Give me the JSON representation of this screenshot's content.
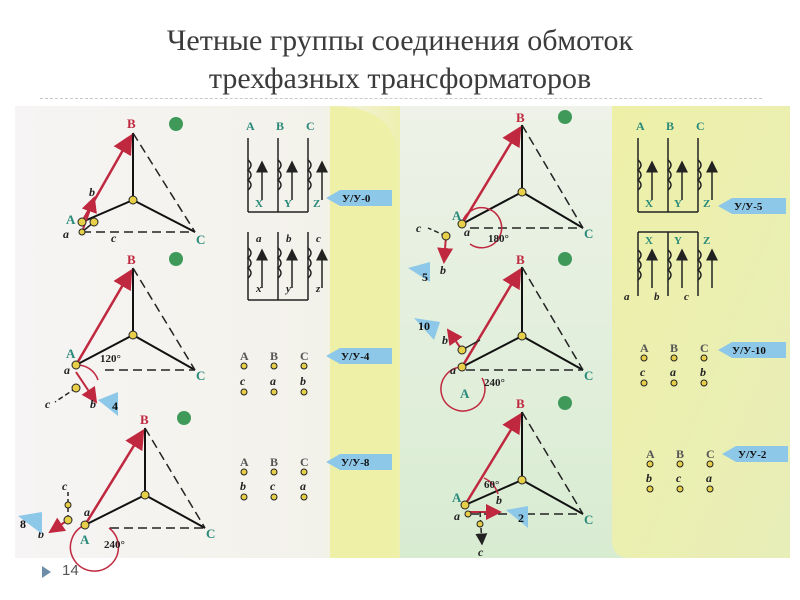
{
  "slide": {
    "title_line1": "Четные группы соединения обмоток",
    "title_line2": "трехфазных трансформаторов",
    "number": "14"
  },
  "vertex_labels": {
    "A": "A",
    "B": "B",
    "C": "C",
    "a": "a",
    "b": "b",
    "c": "c"
  },
  "bus_labels": {
    "upper": [
      "A",
      "B",
      "C"
    ],
    "upper_ends": [
      "X",
      "Y",
      "Z"
    ],
    "lower": [
      "a",
      "b",
      "c"
    ],
    "lower_ends": [
      "x",
      "y",
      "z"
    ]
  },
  "groups": {
    "g0": {
      "tag": "У/У-0"
    },
    "g4": {
      "tag": "У/У-4",
      "angle": "120°",
      "number": "4",
      "top": [
        "A",
        "B",
        "C"
      ],
      "bottom": [
        "c",
        "a",
        "b"
      ]
    },
    "g8": {
      "tag": "У/У-8",
      "angle": "240°",
      "number": "8",
      "top": [
        "A",
        "B",
        "C"
      ],
      "bottom": [
        "b",
        "c",
        "a"
      ]
    },
    "g5": {
      "tag": "У/У-5",
      "angle": "180°",
      "number": "5"
    },
    "g10": {
      "tag": "У/У-10",
      "angle": "240°",
      "number": "10",
      "top": [
        "A",
        "B",
        "C"
      ],
      "bottom": [
        "c",
        "a",
        "b"
      ]
    },
    "g2": {
      "tag": "У/У-2",
      "angle": "60°",
      "number": "2",
      "top": [
        "A",
        "B",
        "C"
      ],
      "bottom": [
        "b",
        "c",
        "a"
      ]
    }
  },
  "colors": {
    "red": "#c0283f",
    "panel": "#f4f4f0",
    "yellow": "#eef0a6",
    "green": "#d8ecd0",
    "tag": "#8ec8e8",
    "node": "#e8cf4a"
  }
}
